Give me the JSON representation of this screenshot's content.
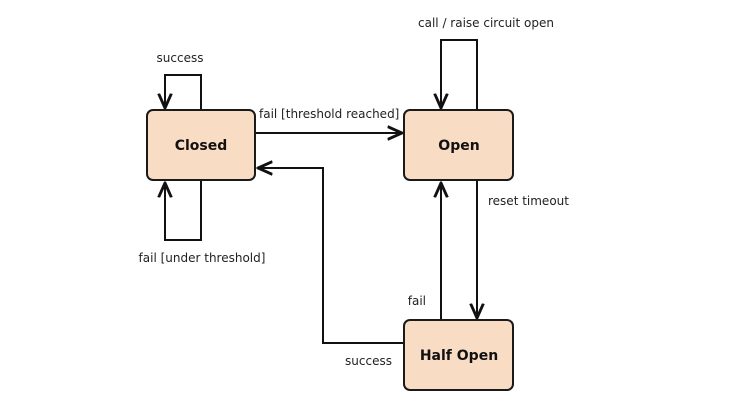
{
  "states": {
    "closed": "Closed",
    "open": "Open",
    "half_open": "Half Open"
  },
  "transitions": {
    "closed_success": "success",
    "closed_fail_threshold": "fail [threshold reached]",
    "closed_fail_under": "fail [under threshold]",
    "open_call": "call / raise circuit open",
    "open_reset": "reset timeout",
    "half_open_fail": "fail",
    "half_open_success": "success"
  },
  "colors": {
    "state_fill": "#f9dcc4",
    "stroke": "#111111"
  }
}
